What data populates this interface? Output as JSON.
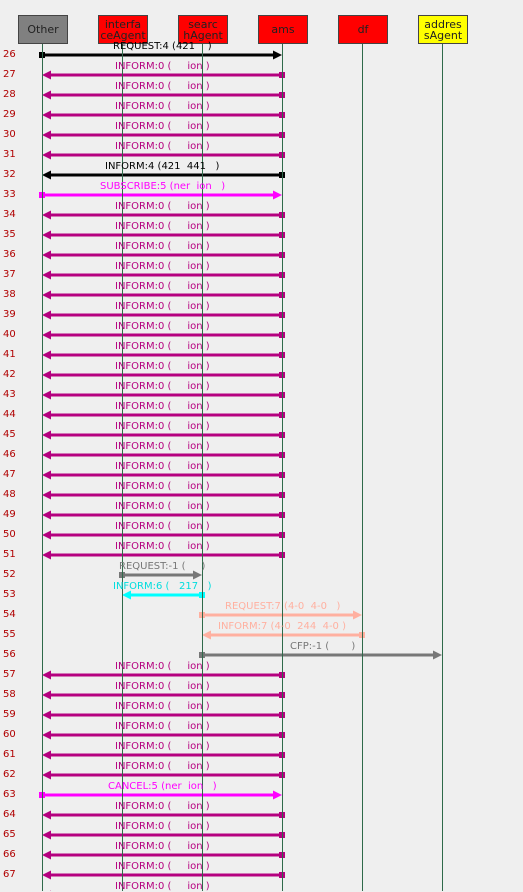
{
  "agents": [
    {
      "id": "other",
      "label": "Other",
      "color": "#808080",
      "text_color": "#222222",
      "lines": [
        "Other"
      ]
    },
    {
      "id": "interface",
      "label": "interfaceAgent",
      "color": "#ff0000",
      "text_color": "#222222",
      "lines": [
        "interfa",
        "ceAgent"
      ]
    },
    {
      "id": "search",
      "label": "searchAgent",
      "color": "#ff0000",
      "text_color": "#222222",
      "lines": [
        "searc",
        "hAgent"
      ]
    },
    {
      "id": "ams",
      "label": "ams",
      "color": "#ff0000",
      "text_color": "#222222",
      "lines": [
        "ams"
      ]
    },
    {
      "id": "df",
      "label": "df",
      "color": "#ff0000",
      "text_color": "#222222",
      "lines": [
        "df"
      ]
    },
    {
      "id": "address",
      "label": "addressAgent",
      "color": "#ffff00",
      "text_color": "#222222",
      "lines": [
        "addres",
        "sAgent"
      ]
    }
  ],
  "colors": {
    "inform": "#b5007f",
    "black": "#000000",
    "subscribe": "#ff00ff",
    "request_gray": "#777777",
    "inform_cyan": "#00ffff",
    "salmon": "#ffb0a0",
    "lifeline": "#2f6a4a",
    "rownum": "#b00000"
  },
  "messages": [
    {
      "row": "26",
      "label": "REQUEST:4 (421    )",
      "from": "other",
      "to": "ams",
      "color": "black"
    },
    {
      "row": "27",
      "label": "INFORM:0 (     ion )",
      "from": "ams",
      "to": "other",
      "color": "inform"
    },
    {
      "row": "28",
      "label": "INFORM:0 (     ion )",
      "from": "ams",
      "to": "other",
      "color": "inform"
    },
    {
      "row": "29",
      "label": "INFORM:0 (     ion )",
      "from": "ams",
      "to": "other",
      "color": "inform"
    },
    {
      "row": "30",
      "label": "INFORM:0 (     ion )",
      "from": "ams",
      "to": "other",
      "color": "inform"
    },
    {
      "row": "31",
      "label": "INFORM:0 (     ion )",
      "from": "ams",
      "to": "other",
      "color": "inform"
    },
    {
      "row": "32",
      "label": "INFORM:4 (421  441   )",
      "from": "ams",
      "to": "other",
      "color": "black"
    },
    {
      "row": "33",
      "label": "SUBSCRIBE:5 (ner  ion   )",
      "from": "other",
      "to": "ams",
      "color": "subscribe"
    },
    {
      "row": "34",
      "label": "INFORM:0 (     ion )",
      "from": "ams",
      "to": "other",
      "color": "inform"
    },
    {
      "row": "35",
      "label": "INFORM:0 (     ion )",
      "from": "ams",
      "to": "other",
      "color": "inform"
    },
    {
      "row": "36",
      "label": "INFORM:0 (     ion )",
      "from": "ams",
      "to": "other",
      "color": "inform"
    },
    {
      "row": "37",
      "label": "INFORM:0 (     ion )",
      "from": "ams",
      "to": "other",
      "color": "inform"
    },
    {
      "row": "38",
      "label": "INFORM:0 (     ion )",
      "from": "ams",
      "to": "other",
      "color": "inform"
    },
    {
      "row": "39",
      "label": "INFORM:0 (     ion )",
      "from": "ams",
      "to": "other",
      "color": "inform"
    },
    {
      "row": "40",
      "label": "INFORM:0 (     ion )",
      "from": "ams",
      "to": "other",
      "color": "inform"
    },
    {
      "row": "41",
      "label": "INFORM:0 (     ion )",
      "from": "ams",
      "to": "other",
      "color": "inform"
    },
    {
      "row": "42",
      "label": "INFORM:0 (     ion )",
      "from": "ams",
      "to": "other",
      "color": "inform"
    },
    {
      "row": "43",
      "label": "INFORM:0 (     ion )",
      "from": "ams",
      "to": "other",
      "color": "inform"
    },
    {
      "row": "44",
      "label": "INFORM:0 (     ion )",
      "from": "ams",
      "to": "other",
      "color": "inform"
    },
    {
      "row": "45",
      "label": "INFORM:0 (     ion )",
      "from": "ams",
      "to": "other",
      "color": "inform"
    },
    {
      "row": "46",
      "label": "INFORM:0 (     ion )",
      "from": "ams",
      "to": "other",
      "color": "inform"
    },
    {
      "row": "47",
      "label": "INFORM:0 (     ion )",
      "from": "ams",
      "to": "other",
      "color": "inform"
    },
    {
      "row": "48",
      "label": "INFORM:0 (     ion )",
      "from": "ams",
      "to": "other",
      "color": "inform"
    },
    {
      "row": "49",
      "label": "INFORM:0 (     ion )",
      "from": "ams",
      "to": "other",
      "color": "inform"
    },
    {
      "row": "50",
      "label": "INFORM:0 (     ion )",
      "from": "ams",
      "to": "other",
      "color": "inform"
    },
    {
      "row": "51",
      "label": "INFORM:0 (     ion )",
      "from": "ams",
      "to": "other",
      "color": "inform"
    },
    {
      "row": "52",
      "label": "REQUEST:-1 (     )",
      "from": "interface",
      "to": "search",
      "color": "request_gray"
    },
    {
      "row": "53",
      "label": "INFORM:6 (   217   )",
      "from": "search",
      "to": "interface",
      "color": "inform_cyan"
    },
    {
      "row": "54",
      "label": "REQUEST:7 (4-0  4-0   )",
      "from": "search",
      "to": "df",
      "color": "salmon"
    },
    {
      "row": "55",
      "label": "INFORM:7 (4-0  244  4-0 )",
      "from": "df",
      "to": "search",
      "color": "salmon"
    },
    {
      "row": "56",
      "label": "CFP:-1 (       )",
      "from": "search",
      "to": "address",
      "color": "request_gray"
    },
    {
      "row": "57",
      "label": "INFORM:0 (     ion )",
      "from": "ams",
      "to": "other",
      "color": "inform"
    },
    {
      "row": "58",
      "label": "INFORM:0 (     ion )",
      "from": "ams",
      "to": "other",
      "color": "inform"
    },
    {
      "row": "59",
      "label": "INFORM:0 (     ion )",
      "from": "ams",
      "to": "other",
      "color": "inform"
    },
    {
      "row": "60",
      "label": "INFORM:0 (     ion )",
      "from": "ams",
      "to": "other",
      "color": "inform"
    },
    {
      "row": "61",
      "label": "INFORM:0 (     ion )",
      "from": "ams",
      "to": "other",
      "color": "inform"
    },
    {
      "row": "62",
      "label": "INFORM:0 (     ion )",
      "from": "ams",
      "to": "other",
      "color": "inform"
    },
    {
      "row": "63",
      "label": "CANCEL:5 (ner  ion   )",
      "from": "other",
      "to": "ams",
      "color": "subscribe"
    },
    {
      "row": "64",
      "label": "INFORM:0 (     ion )",
      "from": "ams",
      "to": "other",
      "color": "inform"
    },
    {
      "row": "65",
      "label": "INFORM:0 (     ion )",
      "from": "ams",
      "to": "other",
      "color": "inform"
    },
    {
      "row": "66",
      "label": "INFORM:0 (     ion )",
      "from": "ams",
      "to": "other",
      "color": "inform"
    },
    {
      "row": "67",
      "label": "INFORM:0 (     ion )",
      "from": "ams",
      "to": "other",
      "color": "inform"
    },
    {
      "row": "",
      "label": "INFORM:0 (     ion )",
      "from": "ams",
      "to": "other",
      "color": "inform"
    }
  ]
}
